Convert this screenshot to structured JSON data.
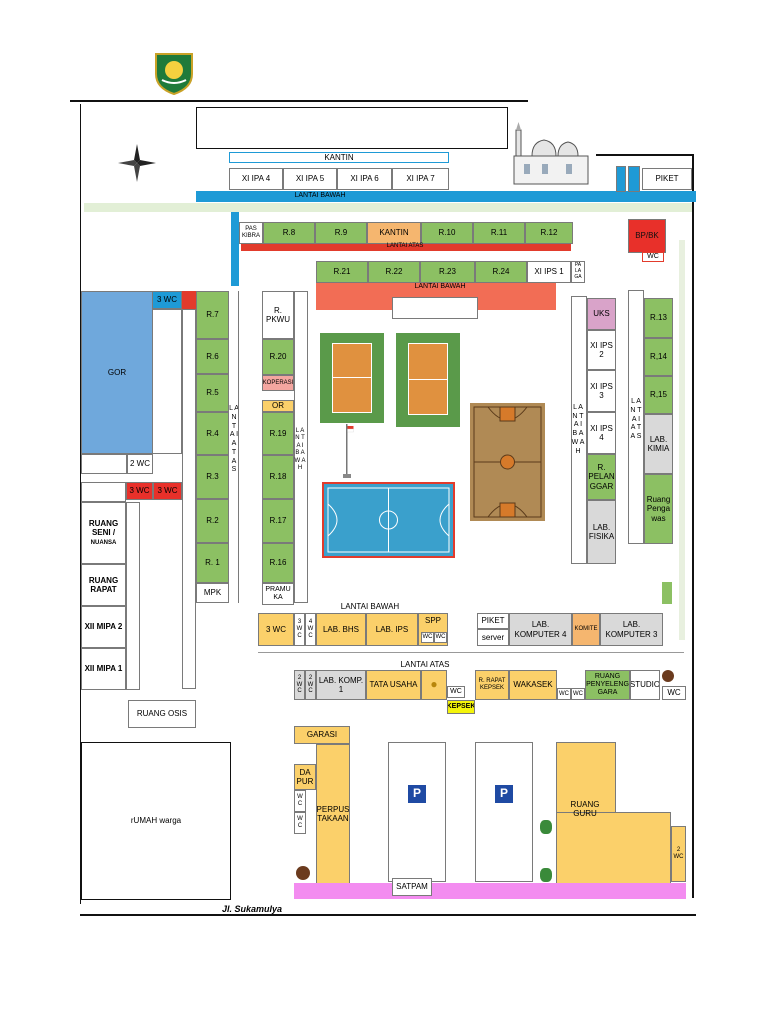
{
  "colors": {
    "classroom": "#8cc063",
    "office": "#fbd06a",
    "corridor_blue": "#1e9ad6",
    "corridor_red": "#e23b2c",
    "gor": "#6fa8dc",
    "pink_path": "#f38cf0",
    "court_green": "#5a9a4a",
    "futsal_blue": "#3aa0cc",
    "basket": "#b08a55"
  },
  "logo": {
    "icon": "west-java-emblem-icon"
  },
  "compass": {
    "icon": "compass-rose-icon"
  },
  "mosque": {
    "icon": "mosque-icon"
  },
  "top": {
    "kantin": "KANTIN",
    "piket": "PIKET",
    "lantai_bawah": "LANTAI BAWAH",
    "rooms": [
      "XI IPA 4",
      "XI IPA 5",
      "XI IPA 6",
      "XI IPA 7"
    ]
  },
  "row2": {
    "pas_kibra": "PAS KIBRA",
    "rooms": [
      "R.8",
      "R.9",
      "KANTIN",
      "R.10",
      "R.11",
      "R.12"
    ],
    "lantai_atas": "LANTAI ATAS",
    "bp_bk": "BP/BK",
    "wc": "WC"
  },
  "row3": {
    "rooms": [
      "R.21",
      "R.22",
      "R.23",
      "R.24"
    ],
    "xi_ips1": "XI IPS 1",
    "palaga": "PA LA GA",
    "lantai_bawah": "LANTAI BAWAH"
  },
  "left": {
    "wc3": "3 WC",
    "gor": "GOR",
    "wc2": "2 WC",
    "wc3a": "3 WC",
    "wc3b": "3 WC",
    "ruang_seni": "RUANG SENI /",
    "nuansa": "NUANSA",
    "ruang_rapat": "RUANG RAPAT",
    "xii_mipa2": "XII MIPA 2",
    "xii_mipa1": "XII MIPA 1",
    "ruang_osis": "RUANG OSIS",
    "rumah_warga": "rUMAH warga"
  },
  "col_r": {
    "rooms": [
      "R.7",
      "R.6",
      "R.5",
      "R.4",
      "R.3",
      "R.2",
      "R. 1"
    ],
    "mpk": "MPK",
    "lantai_atas": "L A N T A I  A T A S"
  },
  "col_pkwu": {
    "pkwu": "R. PKWU",
    "r20": "R.20",
    "koperasi": "KOPERASI",
    "or": "OR",
    "r19": "R.19",
    "r18": "R.18",
    "r17": "R.17",
    "r16": "R.16",
    "pramuka": "PRAMU KA",
    "lantai_bawah": "L A N T A I  B A W A H"
  },
  "right": {
    "uks": "UKS",
    "xi_ips2": "XI IPS 2",
    "xi_ips3": "XI IPS 3",
    "xi_ips4": "XI IPS 4",
    "pelanggar": "R. PELAN GGAR",
    "lab_fisika": "LAB. FISIKA",
    "lantai_bawah": "L A N T A I  B A W A H",
    "r13": "R.13",
    "r14": "R,14",
    "r15": "R,15",
    "lab_kimia": "LAB. KIMIA",
    "ruang_pengawas": "Ruang Penga was",
    "lantai_atas": "L A N T A I  A T A S"
  },
  "row_lb": {
    "lantai_bawah": "LANTAI BAWAH",
    "wc3": "3 WC",
    "wc3v": "3 W C",
    "wc4v": "4 W C",
    "lab_bhs": "LAB. BHS",
    "lab_ips": "LAB. IPS",
    "spp": "SPP",
    "wc1": "WC",
    "wc2": "WC",
    "piket": "PIKET",
    "server": "server",
    "lab_komp4": "LAB. KOMPUTER 4",
    "komite": "KOMITE",
    "lab_komp3": "LAB. KOMPUTER 3"
  },
  "row_la": {
    "lantai_atas": "LANTAI ATAS",
    "wc2a": "2 W C",
    "wc2b": "2 W C",
    "lab_komp1": "LAB. KOMP. 1",
    "tata_usaha": "TATA USAHA",
    "wc": "WC",
    "kepsek": "KEPSEK",
    "rapat_kepsek": "R. RAPAT KEPSEK",
    "wakasek": "WAKASEK",
    "wc_a": "WC",
    "wc_b": "WC",
    "ruang_penyelenggara": "RUANG PENYELENG GARA",
    "studio": "STUDIO",
    "wc_end": "WC"
  },
  "bottom": {
    "garasi": "GARASI",
    "dapur": "DA PUR",
    "wc1": "W C",
    "wc2": "W C",
    "perpustakaan": "PERPUS TAKAAN",
    "ruang_guru": "RUANG GURU",
    "wc2v": "2 WC",
    "satpam": "SATPAM",
    "street": "Jl. Sukamulya",
    "parking_icon": "P"
  }
}
